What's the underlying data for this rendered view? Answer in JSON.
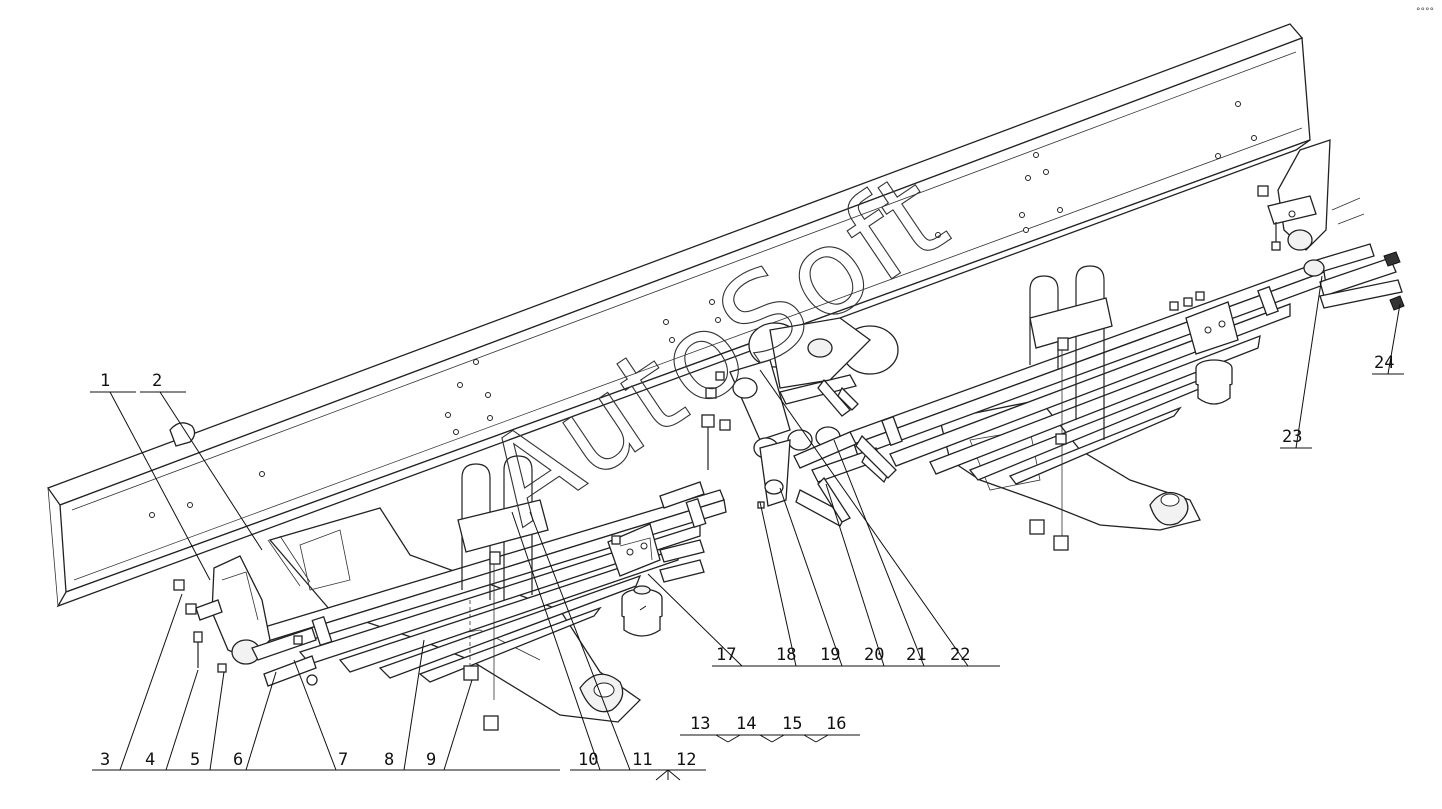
{
  "watermark": "AutoSoft",
  "corner_mark": "°°°°",
  "callouts": [
    {
      "id": "c1",
      "label": "1"
    },
    {
      "id": "c2",
      "label": "2"
    },
    {
      "id": "c3",
      "label": "3"
    },
    {
      "id": "c4",
      "label": "4"
    },
    {
      "id": "c5",
      "label": "5"
    },
    {
      "id": "c6",
      "label": "6"
    },
    {
      "id": "c7",
      "label": "7"
    },
    {
      "id": "c8",
      "label": "8"
    },
    {
      "id": "c9",
      "label": "9"
    },
    {
      "id": "c10",
      "label": "10"
    },
    {
      "id": "c11",
      "label": "11"
    },
    {
      "id": "c12",
      "label": "12"
    },
    {
      "id": "c13",
      "label": "13"
    },
    {
      "id": "c14",
      "label": "14"
    },
    {
      "id": "c15",
      "label": "15"
    },
    {
      "id": "c16",
      "label": "16"
    },
    {
      "id": "c17",
      "label": "17"
    },
    {
      "id": "c18",
      "label": "18"
    },
    {
      "id": "c19",
      "label": "19"
    },
    {
      "id": "c20",
      "label": "20"
    },
    {
      "id": "c21",
      "label": "21"
    },
    {
      "id": "c22",
      "label": "22"
    },
    {
      "id": "c23",
      "label": "23"
    },
    {
      "id": "c24",
      "label": "24"
    }
  ]
}
